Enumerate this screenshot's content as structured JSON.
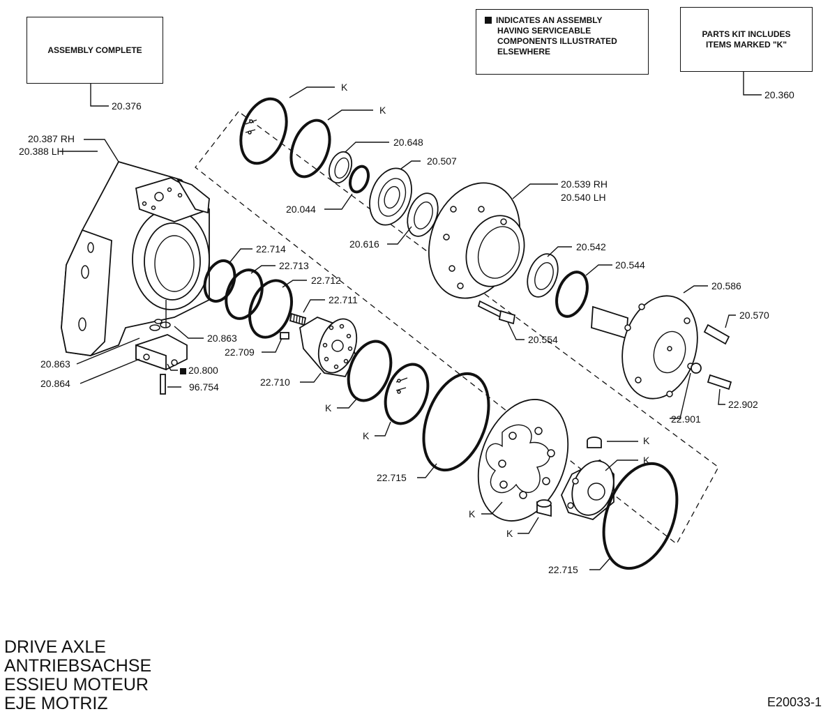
{
  "notes": {
    "assembly_complete": "ASSEMBLY COMPLETE",
    "indicates_line1": "INDICATES AN ASSEMBLY",
    "indicates_line2": "HAVING SERVICEABLE",
    "indicates_line3": "COMPONENTS ILLUSTRATED",
    "indicates_line4": "ELSEWHERE",
    "parts_kit": "PARTS KIT INCLUDES ITEMS MARKED \"K\""
  },
  "callouts": {
    "c20376": "20.376",
    "c20360": "20.360",
    "c20387": "20.387 RH",
    "c20388": "20.388 LH",
    "k1": "K",
    "k2": "K",
    "c20648": "20.648",
    "c20507": "20.507",
    "c20044": "20.044",
    "c20539": "20.539 RH",
    "c20540": "20.540 LH",
    "c20616": "20.616",
    "c20542": "20.542",
    "c20544": "20.544",
    "c20586": "20.586",
    "c20570": "20.570",
    "c20554": "20.554",
    "c22714": "22.714",
    "c22713": "22.713",
    "c22712": "22.712",
    "c22711": "22.711",
    "c20863a": "20.863",
    "c22709": "22.709",
    "c20863b": "20.863",
    "c20800": "20.800",
    "c20864": "20.864",
    "c96754": "96.754",
    "c22710": "22.710",
    "k3": "K",
    "k4": "K",
    "c22715a": "22.715",
    "c22901": "22.901",
    "c22902": "22.902",
    "k5": "K",
    "k6": "K",
    "k7": "K",
    "k8": "K",
    "c22715b": "22.715"
  },
  "title": {
    "en": "DRIVE AXLE",
    "de": "ANTRIEBSACHSE",
    "fr": "ESSIEU MOTEUR",
    "es": "EJE MOTRIZ"
  },
  "drawing_number": "E20033-1",
  "icons": {
    "serviceable_marker": "filled-square",
    "exploded_view_parts": [
      "housing",
      "snap-ring",
      "o-ring",
      "bearing",
      "seal",
      "hub",
      "axle-shaft",
      "manifold-block",
      "cam-ring",
      "rotor",
      "bolt",
      "stud"
    ]
  },
  "colors": {
    "ink": "#111111",
    "paper": "#ffffff"
  }
}
